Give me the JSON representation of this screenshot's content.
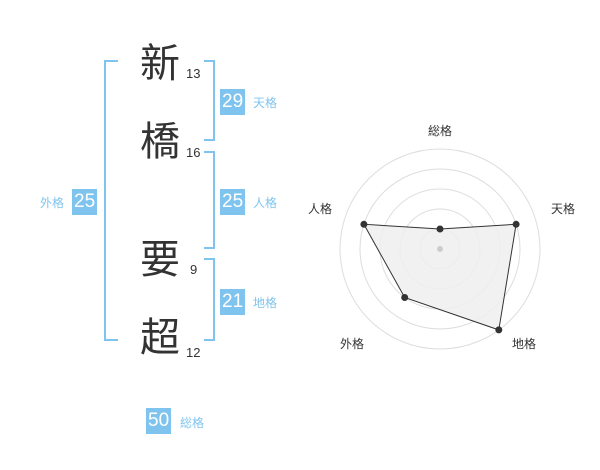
{
  "name": {
    "chars": [
      {
        "char": "新",
        "strokes": "13"
      },
      {
        "char": "橋",
        "strokes": "16"
      },
      {
        "char": "要",
        "strokes": "9"
      },
      {
        "char": "超",
        "strokes": "12"
      }
    ]
  },
  "fortune": {
    "tenkaku": {
      "value": "29",
      "label": "天格"
    },
    "jinkaku": {
      "value": "25",
      "label": "人格"
    },
    "chikaku": {
      "value": "21",
      "label": "地格"
    },
    "gaikaku": {
      "value": "25",
      "label": "外格"
    },
    "soukaku": {
      "value": "50",
      "label": "総格"
    }
  },
  "colors": {
    "accent": "#7fc4ef",
    "text": "#333333",
    "radar_fill": "#eeeeee",
    "ring": "#dddddd"
  },
  "chart_data": {
    "type": "radar",
    "axes": [
      "総格",
      "天格",
      "地格",
      "外格",
      "人格"
    ],
    "max": 5,
    "values": [
      1,
      4,
      5,
      3,
      4
    ]
  }
}
